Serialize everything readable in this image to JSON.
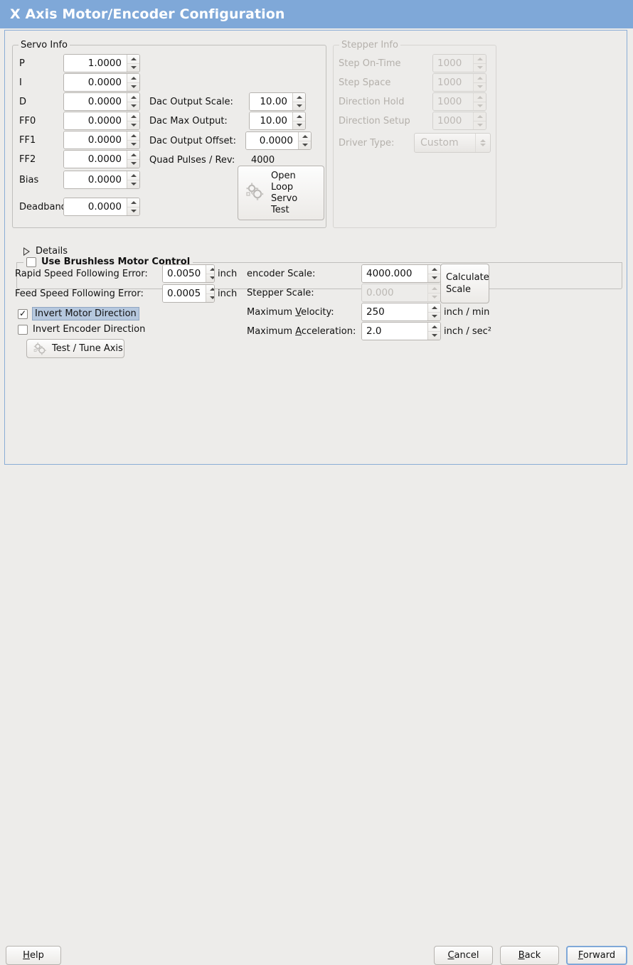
{
  "window": {
    "title": "X Axis Motor/Encoder Configuration",
    "title_bg": "#7fa8d8",
    "panel_border": "#8aadd6",
    "background": "#edecea"
  },
  "servo_info": {
    "legend": "Servo Info",
    "fields": [
      {
        "label": "P",
        "value": "1.0000"
      },
      {
        "label": "I",
        "value": "0.0000"
      },
      {
        "label": "D",
        "value": "0.0000"
      },
      {
        "label": "FF0",
        "value": "0.0000"
      },
      {
        "label": "FF1",
        "value": "0.0000"
      },
      {
        "label": "FF2",
        "value": "0.0000"
      },
      {
        "label": "Bias",
        "value": "0.0000"
      },
      {
        "label": "Deadband",
        "value": "0.0000"
      }
    ],
    "dac": [
      {
        "label": "Dac Output Scale:",
        "value": "10.00"
      },
      {
        "label": "Dac Max Output:",
        "value": "10.00"
      },
      {
        "label": "Dac Output Offset:",
        "value": "0.0000"
      }
    ],
    "quad_pulses_label": "Quad Pulses / Rev:",
    "quad_pulses_value": "4000",
    "open_loop_button": {
      "icon": "gears-icon",
      "line1": "Open",
      "line2": "Loop",
      "line3": "Servo",
      "line4": "Test"
    }
  },
  "stepper_info": {
    "legend": "Stepper Info",
    "enabled": false,
    "fields": [
      {
        "label": "Step On-Time",
        "value": "1000"
      },
      {
        "label": "Step Space",
        "value": "1000"
      },
      {
        "label": "Direction Hold",
        "value": "1000"
      },
      {
        "label": "Direction Setup",
        "value": "1000"
      }
    ],
    "driver_type_label": "Driver Type:",
    "driver_type_value": "Custom"
  },
  "brushless": {
    "checkbox_label": "Use Brushless Motor Control",
    "checked": false,
    "details_label": "Details",
    "expanded": false
  },
  "following_error": {
    "rapid_label": "Rapid Speed Following Error:",
    "rapid_value": "0.0050",
    "rapid_unit": "inch",
    "feed_label": "Feed Speed Following Error:",
    "feed_value": "0.0005",
    "feed_unit": "inch"
  },
  "invert": {
    "motor_label": "Invert Motor Direction",
    "motor_checked": true,
    "motor_focused": true,
    "encoder_label": "Invert Encoder Direction",
    "encoder_checked": false
  },
  "test_tune_button": {
    "icon": "gears-icon",
    "label": "Test / Tune Axis"
  },
  "scale": {
    "encoder_label": "encoder Scale:",
    "encoder_value": "4000.000",
    "stepper_label": "Stepper Scale:",
    "stepper_value": "0.000",
    "stepper_enabled": false,
    "calculate_button_line1": "Calculate",
    "calculate_button_line2": "Scale",
    "max_velocity_label": "Maximum Velocity:",
    "max_velocity_mnemonic": "V",
    "max_velocity_value": "250",
    "max_velocity_unit": "inch / min",
    "max_accel_label": "Maximum Acceleration:",
    "max_accel_mnemonic": "A",
    "max_accel_value": "2.0",
    "max_accel_unit": "inch / sec²"
  },
  "footer": {
    "help": "Help",
    "help_mnemonic": "H",
    "cancel": "Cancel",
    "cancel_mnemonic": "C",
    "back": "Back",
    "back_mnemonic": "B",
    "forward": "Forward",
    "forward_mnemonic": "F",
    "forward_focused": true
  }
}
